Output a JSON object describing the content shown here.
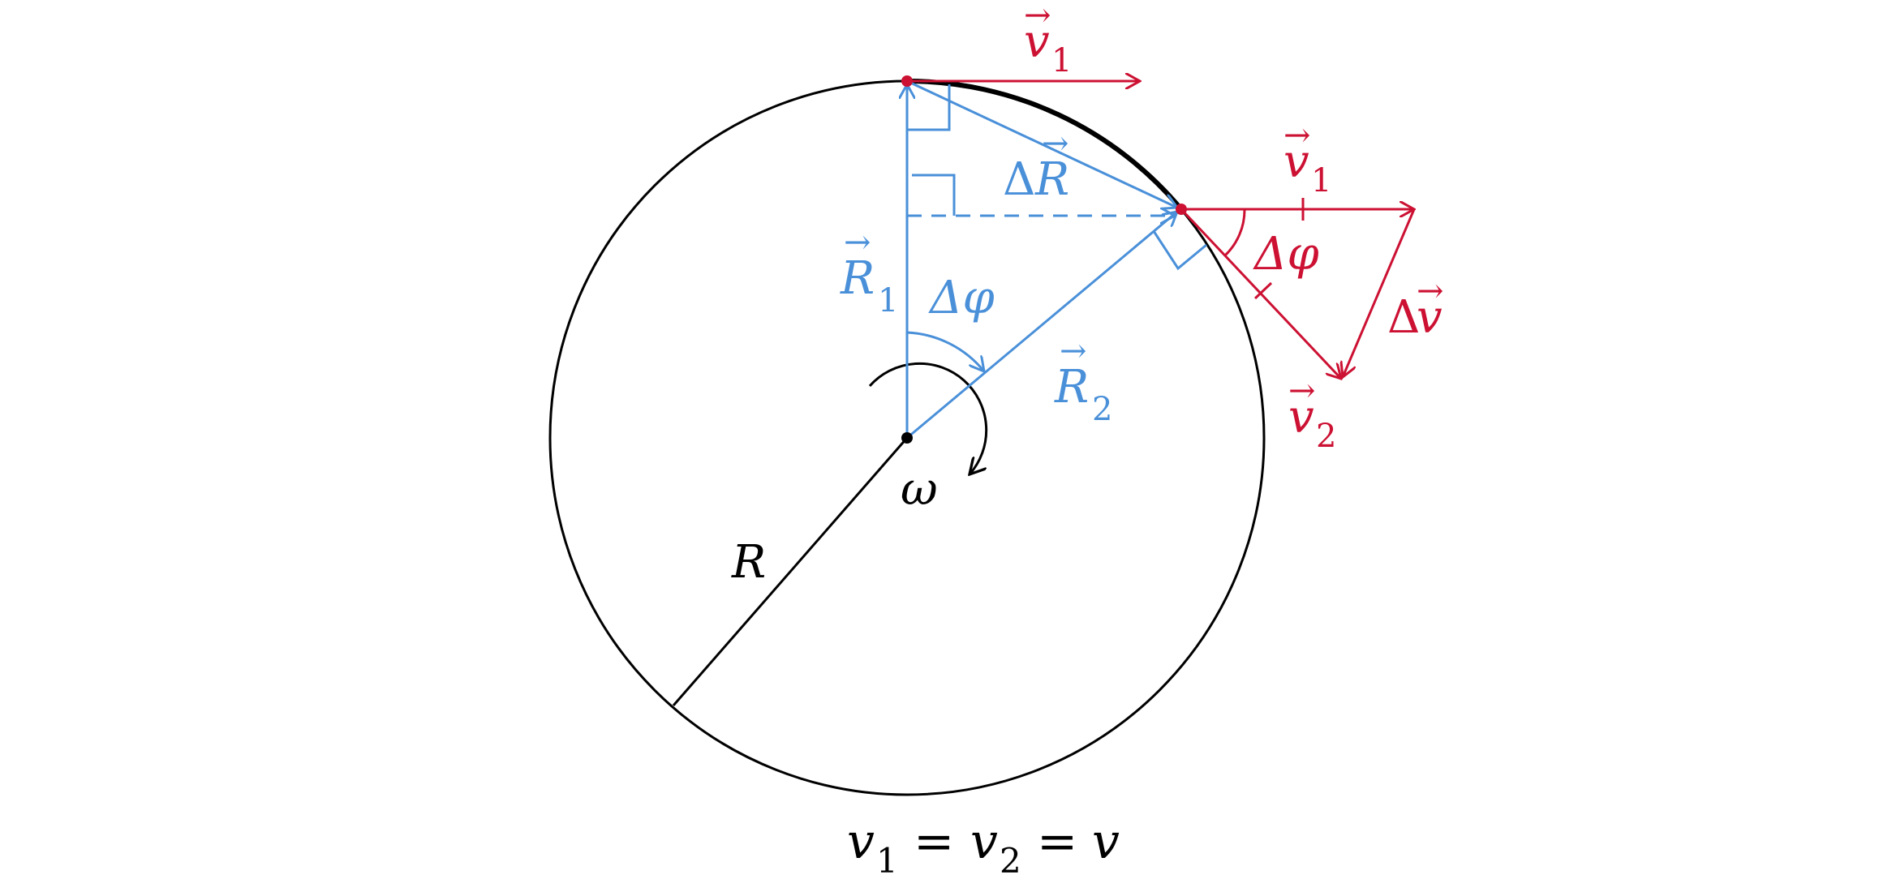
{
  "colors": {
    "black": "#000000",
    "blue": "#4a90d9",
    "red": "#cc1133"
  },
  "labels": {
    "v1_top": {
      "base": "v",
      "sub": "1",
      "arrow": "→"
    },
    "v1_right": {
      "base": "v",
      "sub": "1",
      "arrow": "→"
    },
    "v2": {
      "base": "v",
      "sub": "2",
      "arrow": "→"
    },
    "delta_v": {
      "delta": "Δ",
      "base": "v",
      "arrow": "→"
    },
    "delta_phi_red": "Δφ",
    "delta_phi_blue": "Δφ",
    "delta_R": {
      "delta": "Δ",
      "base": "R",
      "arrow": "→"
    },
    "R1": {
      "base": "R",
      "sub": "1",
      "arrow": "→"
    },
    "R2": {
      "base": "R",
      "sub": "2",
      "arrow": "→"
    },
    "omega": "ω",
    "R": "R"
  },
  "equation": {
    "v1": "v",
    "v1_sub": "1",
    "eq1": "=",
    "v2": "v",
    "v2_sub": "2",
    "eq2": "=",
    "v": "v"
  }
}
